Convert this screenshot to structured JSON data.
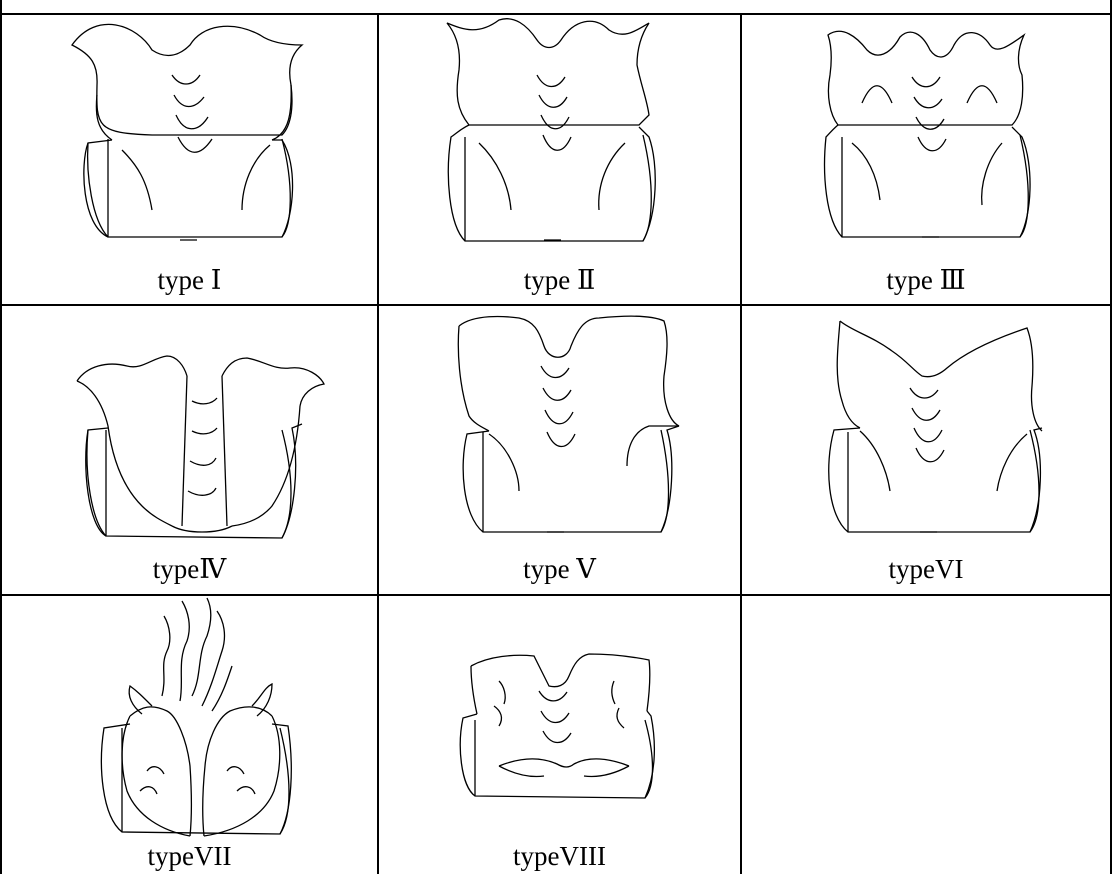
{
  "cells": [
    {
      "id": "c1",
      "label": "type Ⅰ"
    },
    {
      "id": "c2",
      "label": "type Ⅱ"
    },
    {
      "id": "c3",
      "label": "type Ⅲ"
    },
    {
      "id": "c4",
      "label": "typeⅣ"
    },
    {
      "id": "c5",
      "label": "type Ⅴ"
    },
    {
      "id": "c6",
      "label": "typeVI"
    },
    {
      "id": "c7",
      "label": "typeVII"
    },
    {
      "id": "c8",
      "label": "typeVIII"
    },
    {
      "id": "c9",
      "label": ""
    }
  ]
}
